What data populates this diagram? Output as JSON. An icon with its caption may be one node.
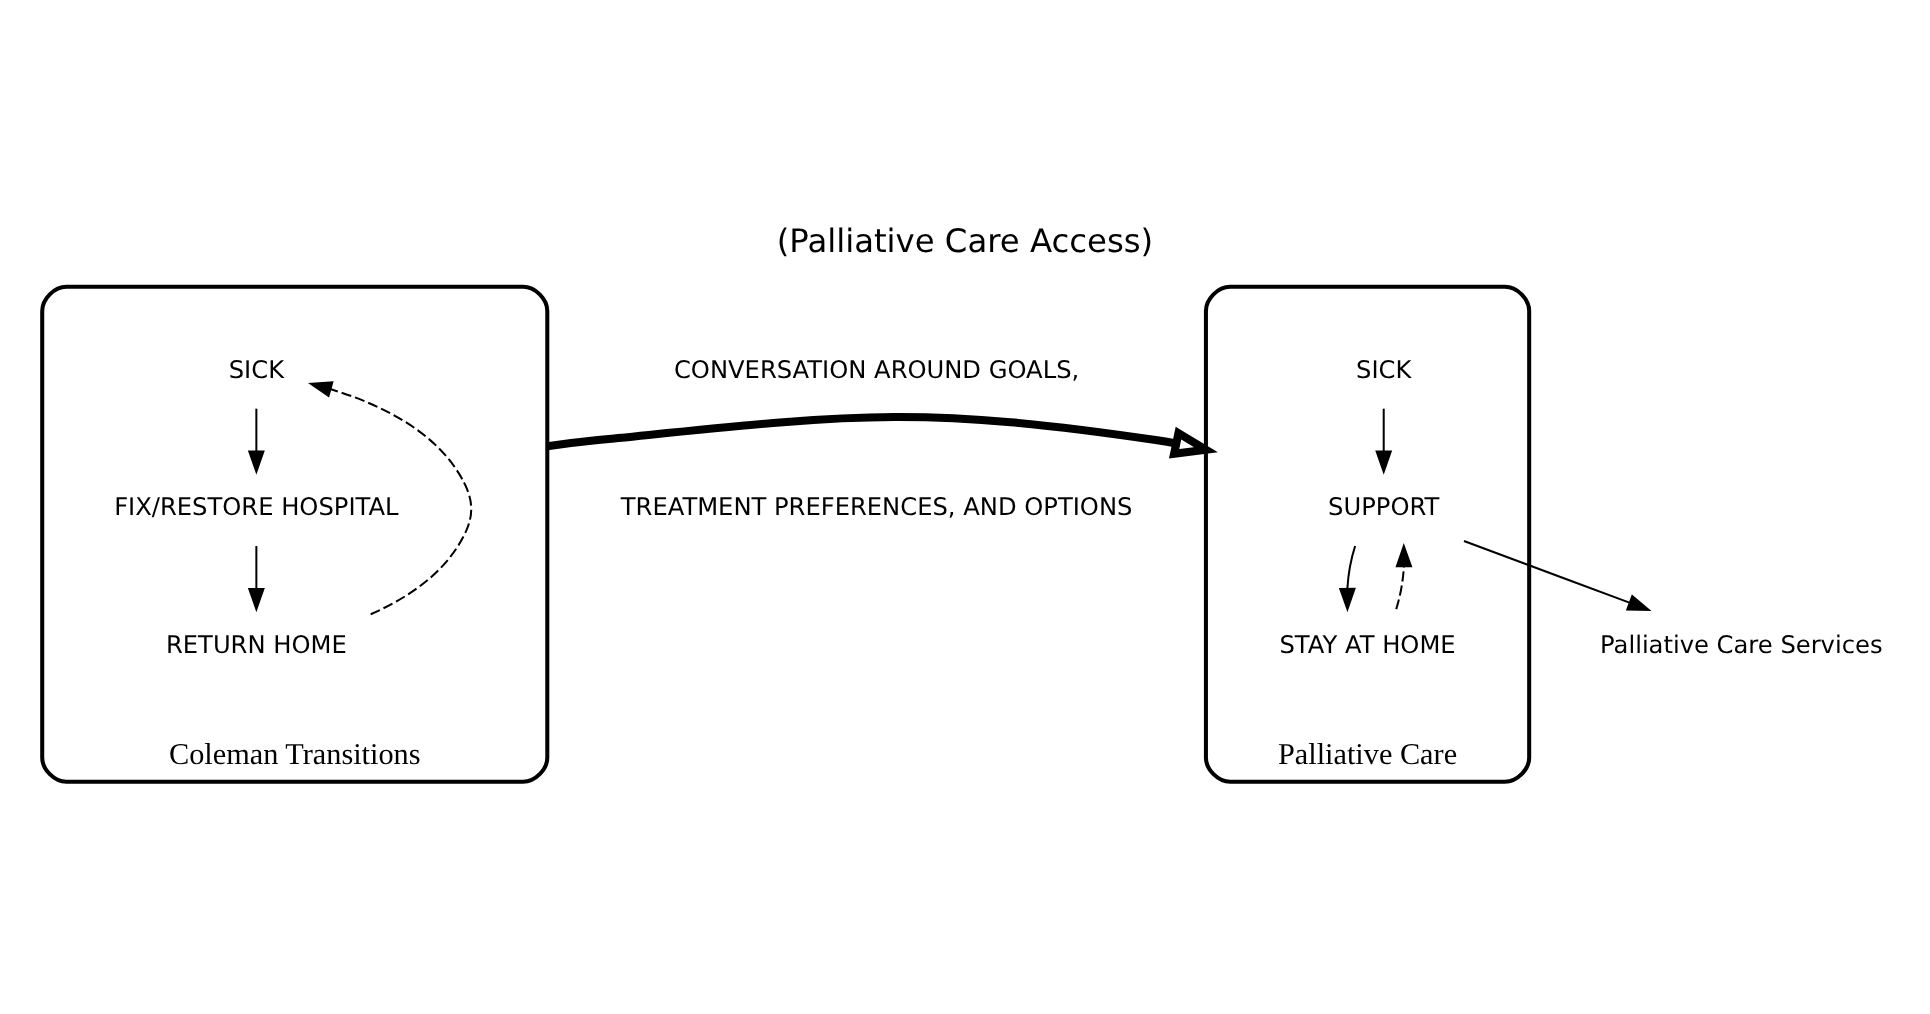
{
  "diagram": {
    "title": "(Palliative Care Access)",
    "nodes": [
      {
        "text": [
          "Coleman Transitions"
        ]
      },
      {
        "text": [
          "SICK"
        ],
        "in": 0
      },
      {
        "text": [
          "FIX/RESTORE HOSPITAL"
        ],
        "in": 0
      },
      {
        "text": [
          "RETURN HOME"
        ],
        "in": 0
      },
      {
        "text": [
          "Palliative Care"
        ]
      },
      {
        "text": [
          "SICK"
        ],
        "in": 4
      },
      {
        "text": [
          "SUPPORT"
        ],
        "in": 4
      },
      {
        "text": [
          "STAY AT HOME"
        ],
        "in": 4
      },
      {
        "text": [
          "Palliative Care Services"
        ]
      }
    ],
    "edges": [
      {
        "from": 1,
        "to": 2,
        "arrow": "to"
      },
      {
        "from": 2,
        "to": 3,
        "arrow": "to"
      },
      {
        "from": 3,
        "to": 1,
        "arrow": "to",
        "style": "dashed"
      },
      {
        "from": 0,
        "to": 4,
        "arrow": "to",
        "style": "thick"
      },
      {
        "from": 5,
        "to": 6,
        "arrow": "to"
      },
      {
        "from": 6,
        "to": 7,
        "arrow": "to"
      },
      {
        "from": 7,
        "to": 6,
        "arrow": "to",
        "style": "dashed"
      },
      {
        "from": 6,
        "to": 8,
        "arrow": "to"
      }
    ],
    "labels": [
      "CONVERSATION AROUND GOALS,",
      "TREATMENT PREFERENCES, AND OPTIONS"
    ]
  }
}
